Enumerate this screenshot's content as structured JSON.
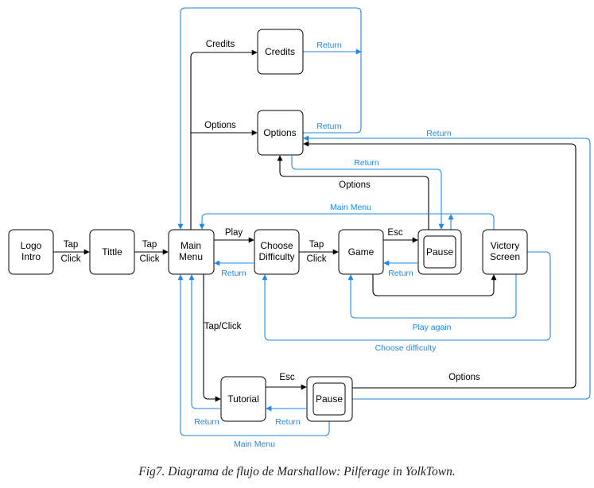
{
  "colors": {
    "black_flow": "#000000",
    "return_flow": "#1e88e5"
  },
  "nodes": {
    "logo_intro": {
      "line1": "Logo",
      "line2": "Intro"
    },
    "tittle": "Tittle",
    "main_menu": {
      "line1": "Main",
      "line2": "Menu"
    },
    "credits": "Credits",
    "options": "Options",
    "choose_difficulty": {
      "line1": "Choose",
      "line2": "Difficulty"
    },
    "game": "Game",
    "pause_game": "Pause",
    "victory_screen": {
      "line1": "Victory",
      "line2": "Screen"
    },
    "tutorial": "Tutorial",
    "pause_tutorial": "Pause"
  },
  "edge_labels": {
    "tap_click_1": {
      "line1": "Tap",
      "line2": "Click"
    },
    "tap_click_2": {
      "line1": "Tap",
      "line2": "Click"
    },
    "credits": "Credits",
    "options_from_menu": "Options",
    "play": "Play",
    "return_difficulty": "Return",
    "tap_click_3": {
      "line1": "Tap",
      "line2": "Click"
    },
    "esc_game": "Esc",
    "return_pause_game": "Return",
    "return_credits": "Return",
    "return_options": "Return",
    "return_options_from_pause": "Return",
    "options_from_pause": "Options",
    "main_menu_top": "Main Menu",
    "return_options_long": "Return",
    "play_again": "Play again",
    "choose_difficulty": "Choose difficulty",
    "tap_click_tutorial": "Tap/Click",
    "esc_tutorial": "Esc",
    "options_from_tutorial_pause": "Options",
    "return_tutorial": "Return",
    "return_tutorial_pause": "Return",
    "main_menu_bottom": "Main Menu"
  },
  "caption": "Fig7. Diagrama de flujo de Marshallow: Pilferage in YolkTown."
}
